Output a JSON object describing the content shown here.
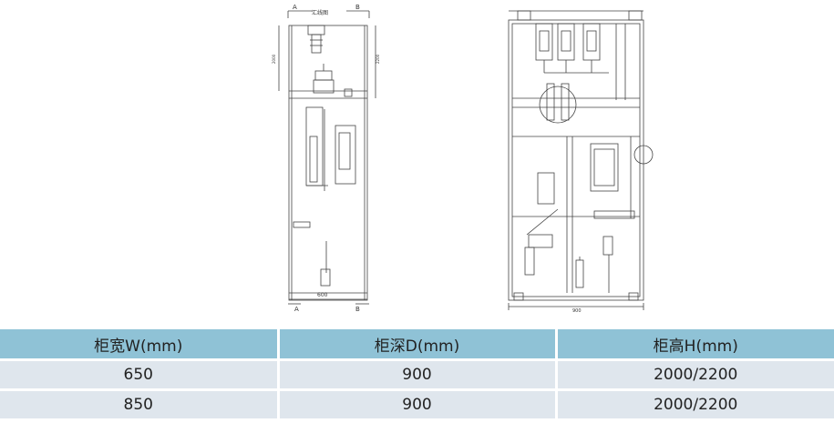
{
  "drawing_left": {
    "top_label": "汇线图",
    "section_a": "A",
    "section_b": "B",
    "width_dim": "600",
    "height_dim_left": "2000",
    "height_dim_right": "2200"
  },
  "drawing_right": {
    "depth_dim": "900"
  },
  "table": {
    "headers": [
      "柜宽W(mm)",
      "柜深D(mm)",
      "柜高H(mm)"
    ],
    "rows": [
      [
        "650",
        "900",
        "2000/2200"
      ],
      [
        "850",
        "900",
        "2000/2200"
      ]
    ]
  }
}
